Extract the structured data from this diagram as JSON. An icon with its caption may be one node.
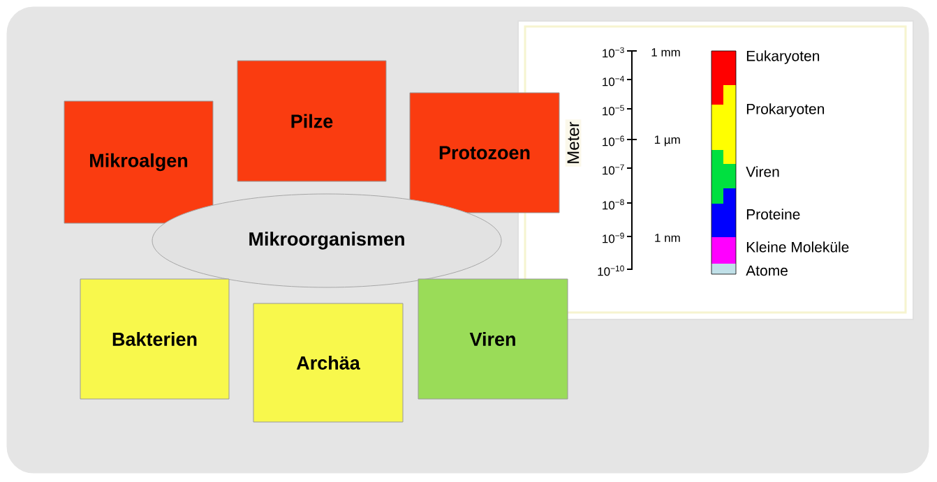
{
  "diagram": {
    "nodes": [
      {
        "text": [
          "Mikroalgen"
        ]
      },
      {
        "text": [
          "Pilze"
        ]
      },
      {
        "text": [
          "Protozoen"
        ]
      },
      {
        "text": [
          "Mikroorganismen"
        ]
      },
      {
        "text": [
          "Bakterien"
        ]
      },
      {
        "text": [
          "Archäa"
        ]
      },
      {
        "text": [
          "Viren"
        ]
      }
    ],
    "labels": [
      "Meter",
      "10$^{−3}$",
      "1 mm",
      "10$^{−4}$",
      "10$^{−5}$",
      "10$^{−6}$",
      "1 µm",
      "10$^{−7}$",
      "10$^{−8}$",
      "10$^{−9}$",
      "1 nm",
      "10$^{−10}$"
    ],
    "legend": [
      {
        "text": "Eukaryoten",
        "color": "#ff0000"
      },
      {
        "text": "Prokaryoten",
        "color": "#ffff00"
      },
      {
        "text": "Viren",
        "color": "#00e040"
      },
      {
        "text": "Proteine",
        "color": "#0000ff"
      },
      {
        "text": "Kleine Moleküle",
        "color": "#ff00ff"
      },
      {
        "text": "Atome",
        "color": "#c0e0e8"
      }
    ]
  }
}
